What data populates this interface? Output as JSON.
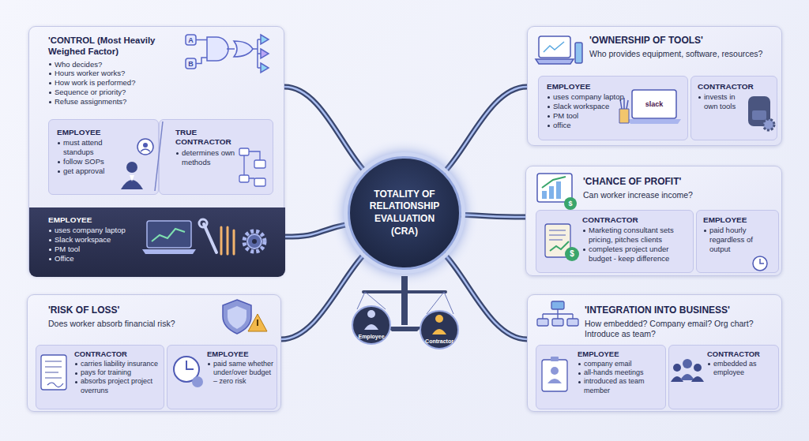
{
  "diagram": {
    "nodes": [
      {
        "text": [
          "'CONTROL (Most Heavily Weighed Factor)",
          "Who decides?",
          "Hours worker works?",
          "How work is performed?",
          "Sequence or priority?",
          "Refuse assignments?"
        ]
      },
      {
        "text": [
          "EMPLOYEE",
          "must attend standups",
          "follow SOPs",
          "get approval"
        ],
        "in": 0
      },
      {
        "text": [
          "TRUE CONTRACTOR",
          "determines own methods"
        ],
        "in": 0
      },
      {
        "text": [
          "EMPLOYEE",
          "uses company laptop",
          "Slack workspace",
          "PM tool",
          "Office"
        ],
        "in": 0
      },
      {
        "text": [
          "'OWNERSHIP OF TOOLS'",
          "Who provides equipment, software, resources?"
        ]
      },
      {
        "text": [
          "EMPLOYEE",
          "uses company laptop",
          "Slack workspace",
          "PM tool",
          "office"
        ],
        "in": 4
      },
      {
        "text": [
          "CONTRACTOR",
          "invests in own tools"
        ],
        "in": 4
      },
      {
        "text": [
          "TOTALITY OF RELATIONSHIP EVALUATION (CRA)"
        ]
      },
      {
        "text": [
          "'CHANCE OF PROFIT'",
          "Can worker increase income?"
        ]
      },
      {
        "text": [
          "CONTRACTOR",
          "Marketing consultant sets pricing, pitches clients",
          "completes project under budget - keep difference"
        ],
        "in": 8
      },
      {
        "text": [
          "EMPLOYEE",
          "paid hourly regardless of output"
        ],
        "in": 8
      },
      {
        "text": [
          "'RISK OF LOSS'",
          "Does worker absorb financial risk?"
        ]
      },
      {
        "text": [
          "CONTRACTOR",
          "carries liability insurance",
          "pays for training",
          "absorbs project project overruns"
        ],
        "in": 11
      },
      {
        "text": [
          "EMPLOYEE",
          "paid same whether under/over budget – zero risk"
        ],
        "in": 11
      },
      {
        "text": [
          "'INTEGRATION INTO BUSINESS'",
          "How embedded? Company email? Org chart? Introduce as team?"
        ]
      },
      {
        "text": [
          "EMPLOYEE",
          "company email",
          "all-hands meetings",
          "introduced as team member"
        ],
        "in": 14
      },
      {
        "text": [
          "CONTRACTOR",
          "embedded as employee"
        ],
        "in": 14
      }
    ],
    "edges": [
      {
        "from": 7,
        "to": 0,
        "arrow": "none"
      },
      {
        "from": 7,
        "to": 3,
        "arrow": "none"
      },
      {
        "from": 7,
        "to": 4,
        "arrow": "none"
      },
      {
        "from": 7,
        "to": 8,
        "arrow": "none"
      },
      {
        "from": 7,
        "to": 11,
        "arrow": "none"
      },
      {
        "from": 7,
        "to": 14,
        "arrow": "none"
      }
    ],
    "labels": [
      "A",
      "B",
      "slack",
      "$",
      "$",
      "Employee",
      "Contractor"
    ]
  }
}
